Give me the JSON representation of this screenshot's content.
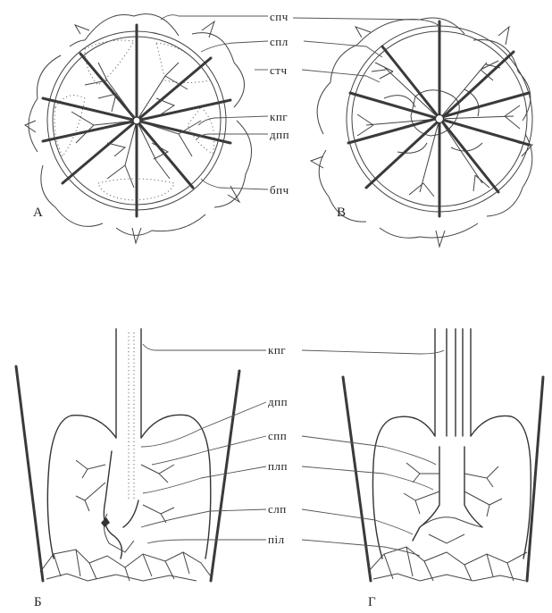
{
  "diagram": {
    "panels": {
      "A": "A",
      "B": "B",
      "Б": "Б",
      "Г": "Г"
    },
    "labels_top": [
      "спч",
      "спл",
      "стч",
      "кпг",
      "дпп",
      "бпч"
    ],
    "labels_bottom": [
      "кпг",
      "дпп",
      "спп",
      "плп",
      "слп",
      "піл"
    ]
  }
}
